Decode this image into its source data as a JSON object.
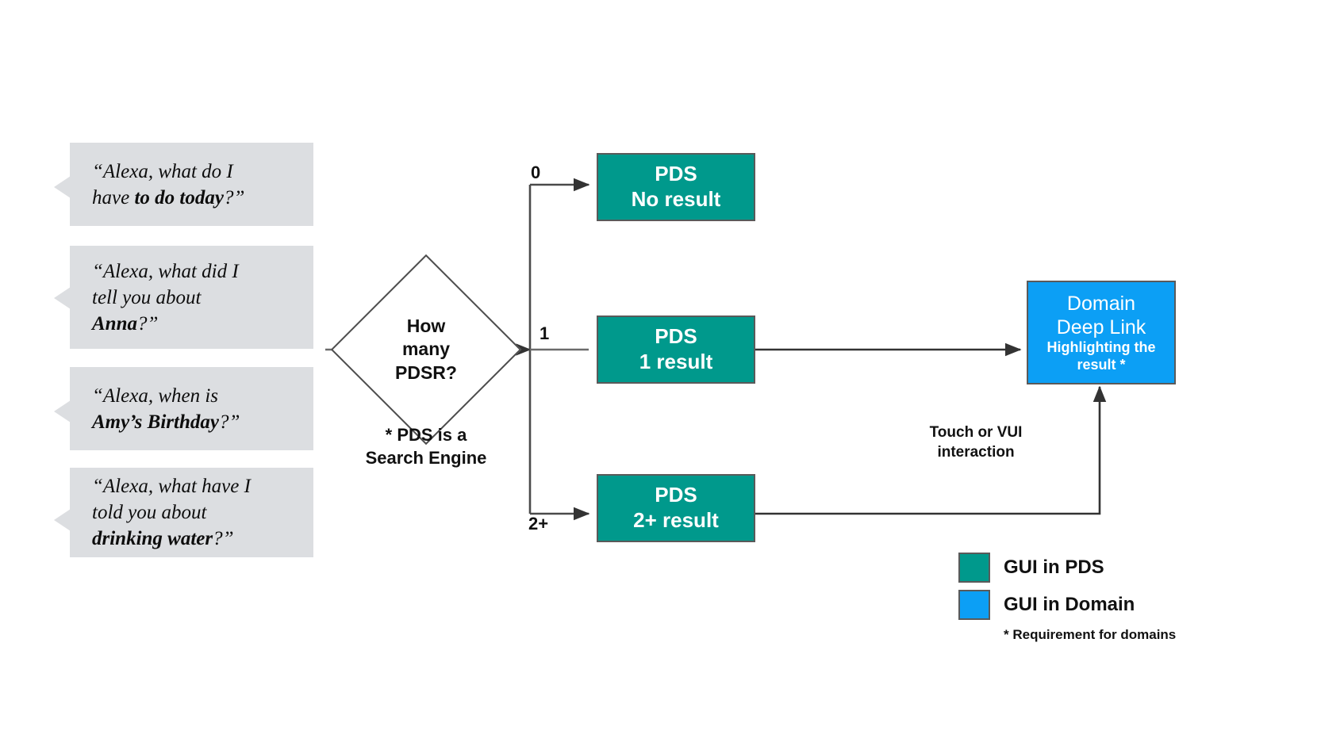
{
  "utterances": [
    {
      "plain_1": "“Alexa, what do I",
      "plain_2": "have ",
      "bold": "to do today",
      "tail": "?”"
    },
    {
      "plain_1": "“Alexa, what did I",
      "plain_2": "tell you about",
      "bold": "Anna",
      "tail": "?”"
    },
    {
      "plain_1": "“Alexa, when is",
      "plain_2": "",
      "bold": "Amy’s Birthday",
      "tail": "?”"
    },
    {
      "plain_1": "“Alexa, what have I",
      "plain_2": "told you about",
      "bold": "drinking water",
      "tail": "?”"
    }
  ],
  "decision": {
    "line1": "How",
    "line2": "many",
    "line3": "PDSR?",
    "note_line1": "* PDS is a",
    "note_line2": "Search Engine"
  },
  "branches": [
    {
      "label": "0",
      "box_line1": "PDS",
      "box_line2": "No result"
    },
    {
      "label": "1",
      "box_line1": "PDS",
      "box_line2": "1 result"
    },
    {
      "label": "2+",
      "box_line1": "PDS",
      "box_line2": "2+ result"
    }
  ],
  "domain_box": {
    "line1": "Domain",
    "line2": "Deep Link",
    "sub_line1": "Highlighting the",
    "sub_line2": "result *"
  },
  "interaction_caption": {
    "line1": "Touch or VUI",
    "line2": "interaction"
  },
  "legend": {
    "items": [
      {
        "label": "GUI in PDS",
        "color": "#00998c"
      },
      {
        "label": "GUI in Domain",
        "color": "#0c9ff5"
      }
    ],
    "footnote": "* Requirement for domains"
  },
  "colors": {
    "teal": "#00998c",
    "blue": "#0c9ff5",
    "bubble_gray": "#dcdee1",
    "stroke": "#4d4d4d"
  }
}
